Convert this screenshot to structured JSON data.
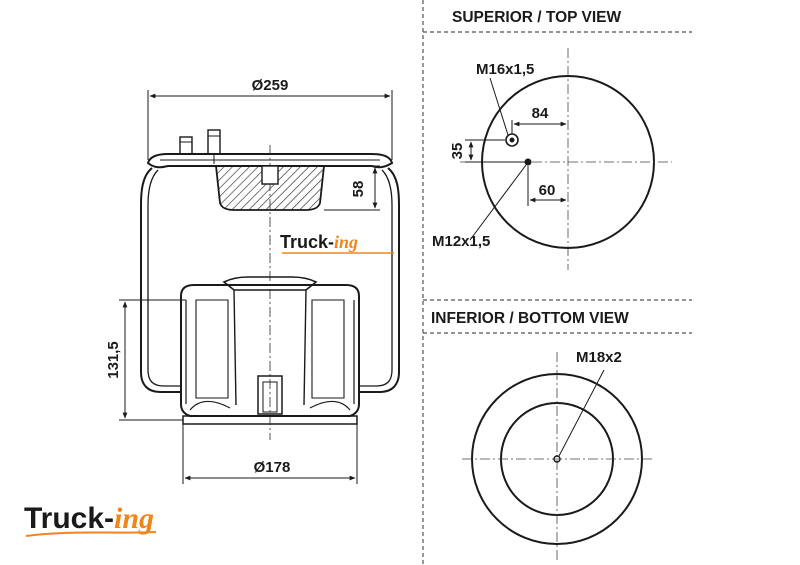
{
  "headings": {
    "top_view": "SUPERIOR / TOP VIEW",
    "bottom_view": "INFERIOR / BOTTOM VIEW"
  },
  "dimensions": {
    "top_diameter": "Ø259",
    "bottom_diameter": "Ø178",
    "plate_height": "58",
    "piston_height": "131,5"
  },
  "top_view": {
    "stud_thread": "M16x1,5",
    "air_port_thread": "M12x1,5",
    "offset_x_stud": "84",
    "offset_y": "35",
    "offset_x_port": "60"
  },
  "bottom_view": {
    "thread": "M18x2"
  },
  "brand": {
    "part1": "Truck-",
    "part2": "ing",
    "text_color": "#1a1a1a",
    "accent_color": "#f0861b"
  }
}
